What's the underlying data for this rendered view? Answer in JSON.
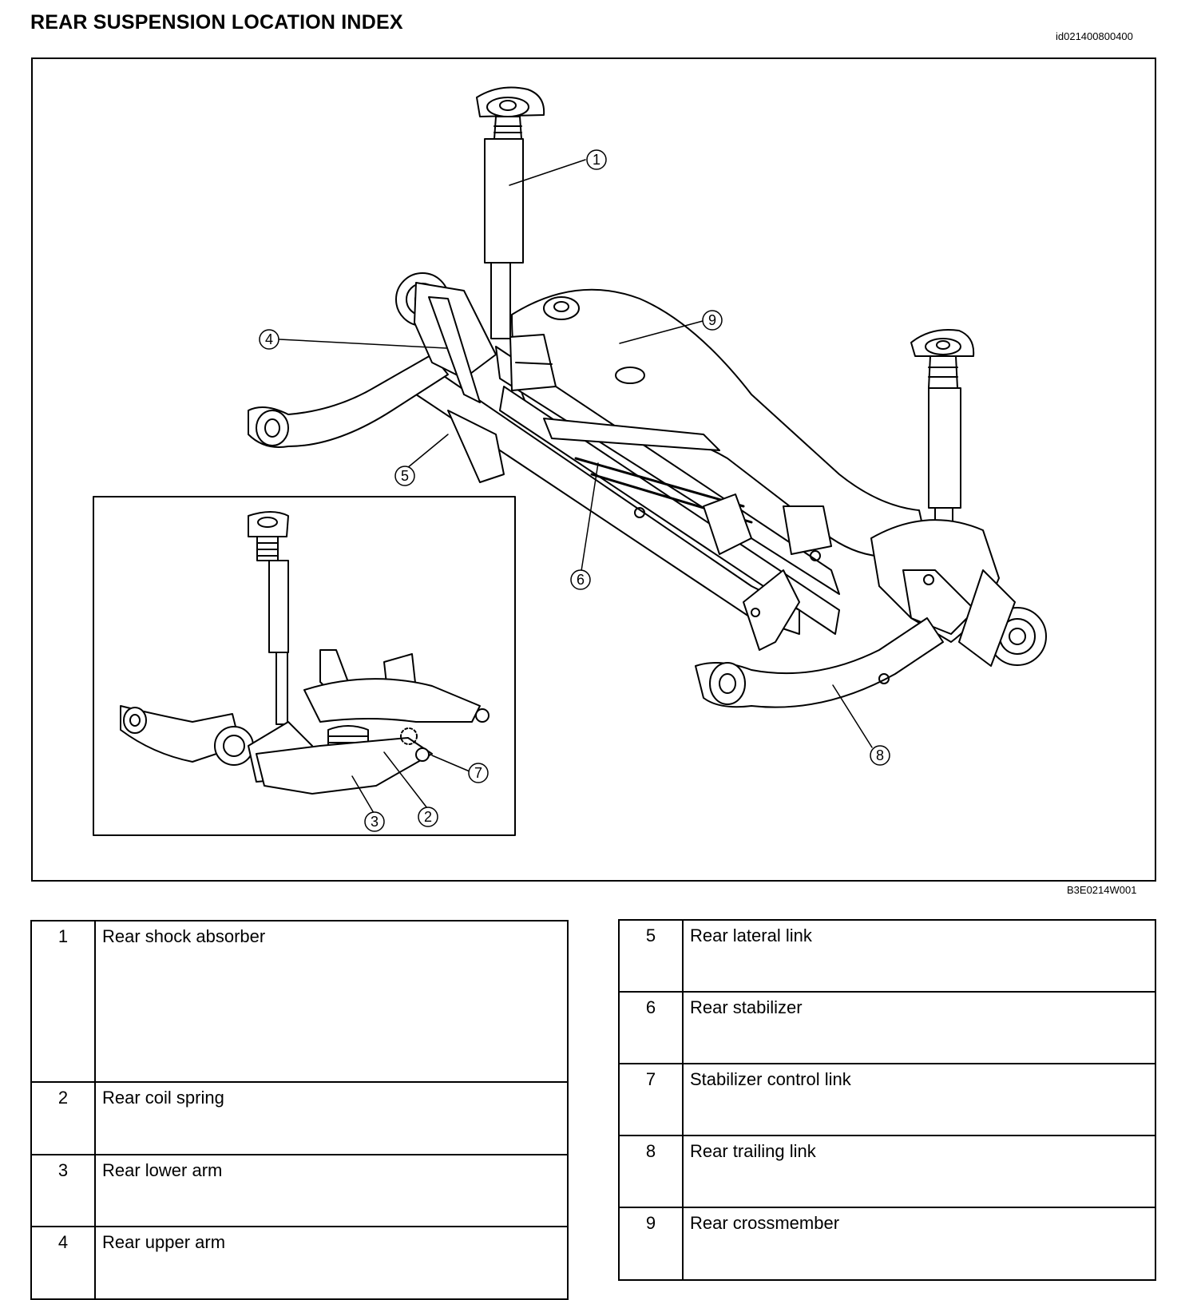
{
  "header": {
    "title": "REAR SUSPENSION LOCATION INDEX",
    "doc_id": "id021400800400"
  },
  "figure": {
    "figure_id": "B3E0214W001",
    "callouts": [
      "1",
      "2",
      "3",
      "4",
      "5",
      "6",
      "7",
      "8",
      "9"
    ]
  },
  "legend": {
    "left": [
      {
        "num": "1",
        "label": "Rear shock absorber"
      },
      {
        "num": "2",
        "label": "Rear coil spring"
      },
      {
        "num": "3",
        "label": "Rear lower arm"
      },
      {
        "num": "4",
        "label": "Rear upper arm"
      }
    ],
    "right": [
      {
        "num": "5",
        "label": "Rear lateral link"
      },
      {
        "num": "6",
        "label": "Rear stabilizer"
      },
      {
        "num": "7",
        "label": "Stabilizer control link"
      },
      {
        "num": "8",
        "label": "Rear trailing link"
      },
      {
        "num": "9",
        "label": "Rear crossmember"
      }
    ]
  }
}
